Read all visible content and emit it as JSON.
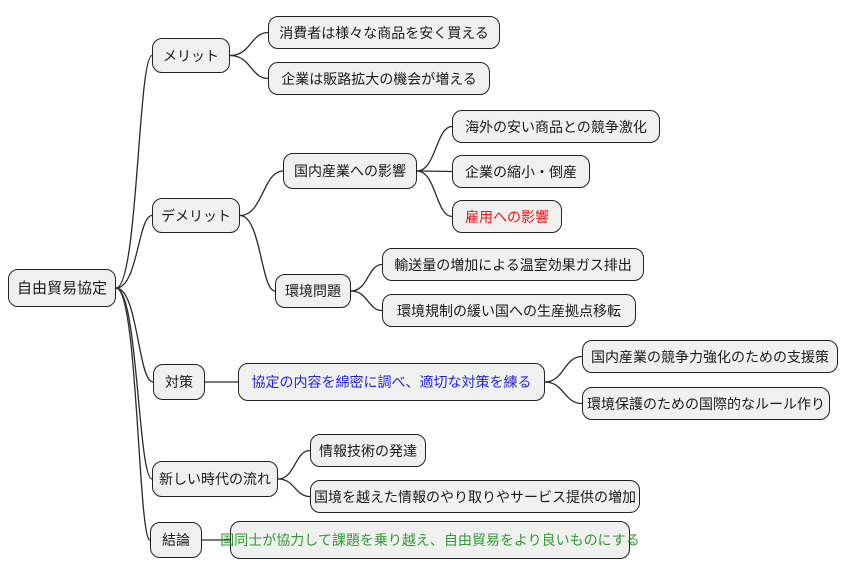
{
  "mindmap": {
    "title": "自由貿易協定マインドマップ",
    "root": {
      "label": "自由貿易協定"
    },
    "branches": [
      {
        "label": "メリット",
        "children": [
          {
            "label": "消費者は様々な商品を安く買える"
          },
          {
            "label": "企業は販路拡大の機会が増える"
          }
        ]
      },
      {
        "label": "デメリット",
        "children": [
          {
            "label": "国内産業への影響",
            "children": [
              {
                "label": "海外の安い商品との競争激化"
              },
              {
                "label": "企業の縮小・倒産"
              },
              {
                "label": "雇用への影響",
                "color": "red"
              }
            ]
          },
          {
            "label": "環境問題",
            "children": [
              {
                "label": "輸送量の増加による温室効果ガス排出"
              },
              {
                "label": "環境規制の緩い国への生産拠点移転"
              }
            ]
          }
        ]
      },
      {
        "label": "対策",
        "children": [
          {
            "label": "協定の内容を綿密に調べ、適切な対策を練る",
            "color": "blue",
            "children": [
              {
                "label": "国内産業の競争力強化のための支援策"
              },
              {
                "label": "環境保護のための国際的なルール作り"
              }
            ]
          }
        ]
      },
      {
        "label": "新しい時代の流れ",
        "children": [
          {
            "label": "情報技術の発達"
          },
          {
            "label": "国境を越えた情報のやり取りやサービス提供の増加"
          }
        ]
      },
      {
        "label": "結論",
        "children": [
          {
            "label": "国同士が協力して課題を乗り越え、自由貿易をより良いものにする",
            "color": "green"
          }
        ]
      }
    ]
  },
  "colors": {
    "node_fill": "#f0f0f0",
    "node_border": "#222222",
    "text_default": "#1a1a1a",
    "text_red": "#ee1111",
    "text_blue": "#2222dd",
    "text_green": "#339933",
    "link_stroke": "#2a2a2a"
  }
}
